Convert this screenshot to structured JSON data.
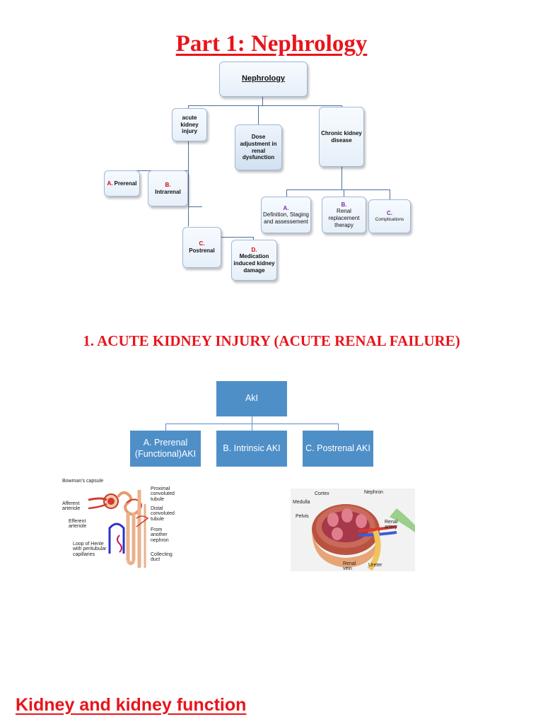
{
  "page_title": "Part 1: Nephrology",
  "nephrology_chart": {
    "root": "Nephrology",
    "aki": "acute kidney injury",
    "dose": "Dose adjustment in renal dysfunction",
    "ckd": "Chronic kidney disease",
    "prerenal": {
      "letter": "A.",
      "label": "Prerenal"
    },
    "intrarenal": {
      "letter": "B.",
      "label": "Intrarenal"
    },
    "postrenal": {
      "letter": "C.",
      "label": "Postrenal"
    },
    "medication": {
      "letter": "D.",
      "label": "Medication induced kidney damage"
    },
    "ckd_a": {
      "letter": "A.",
      "label": "Definition, Staging and assessement"
    },
    "ckd_b": {
      "letter": "B.",
      "label": "Renal replacement therapy"
    },
    "ckd_c": {
      "letter": "C.",
      "label": "Complications"
    }
  },
  "section_heading": "1. ACUTE KIDNEY INJURY (ACUTE RENAL FAILURE)",
  "aki_chart": {
    "root": "AkI",
    "children": [
      "A. Prerenal (Functional)AKI",
      "B. Intrinsic AKI",
      "C. Postrenal AKI"
    ]
  },
  "nephron_figure": {
    "labels": {
      "bowman": "Bowman's capsule",
      "afferent": "Afferent arteriole",
      "efferent": "Efferent arteriole",
      "loop": "Loop of Henle with peritubular capillaries",
      "proximal": "Proximal convoluted tubule",
      "distal": "Distal convoluted tubule",
      "from_nephron": "From another nephron",
      "collecting": "Collecting duct"
    }
  },
  "kidney_figure": {
    "labels": {
      "cortex": "Cortex",
      "nephron": "Nephron",
      "medulla": "Medulla",
      "pelvis": "Pelvis",
      "renal_artery": "Renal artery",
      "renal_vein": "Renal vein",
      "ureter": "Ureter"
    }
  },
  "bottom_heading": "Kidney and kidney function"
}
